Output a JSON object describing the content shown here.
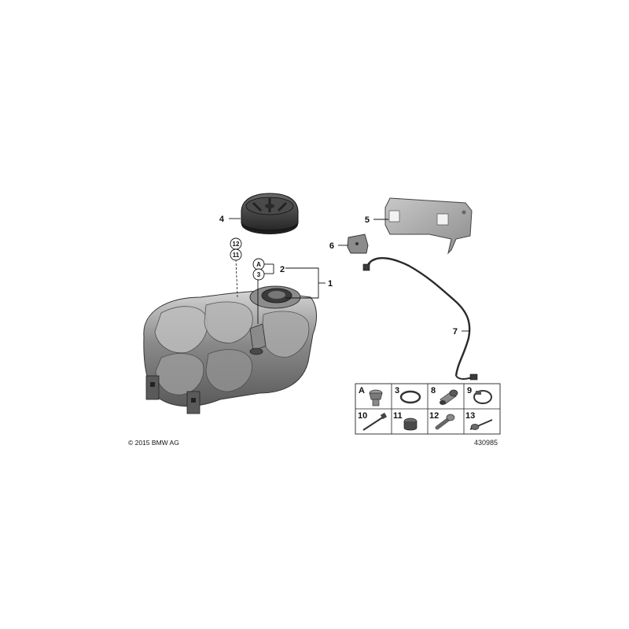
{
  "callouts": {
    "c1": "1",
    "c2": "2",
    "c3": "3",
    "c4": "4",
    "c5": "5",
    "c6": "6",
    "c7": "7",
    "c11": "11",
    "c12": "12",
    "cA": "A"
  },
  "parts_grid": {
    "row1": [
      "A",
      "3",
      "8",
      "9"
    ],
    "row2": [
      "10",
      "11",
      "12",
      "13"
    ]
  },
  "copyright": "© 2015 BMW AG",
  "diagram_number": "430985"
}
